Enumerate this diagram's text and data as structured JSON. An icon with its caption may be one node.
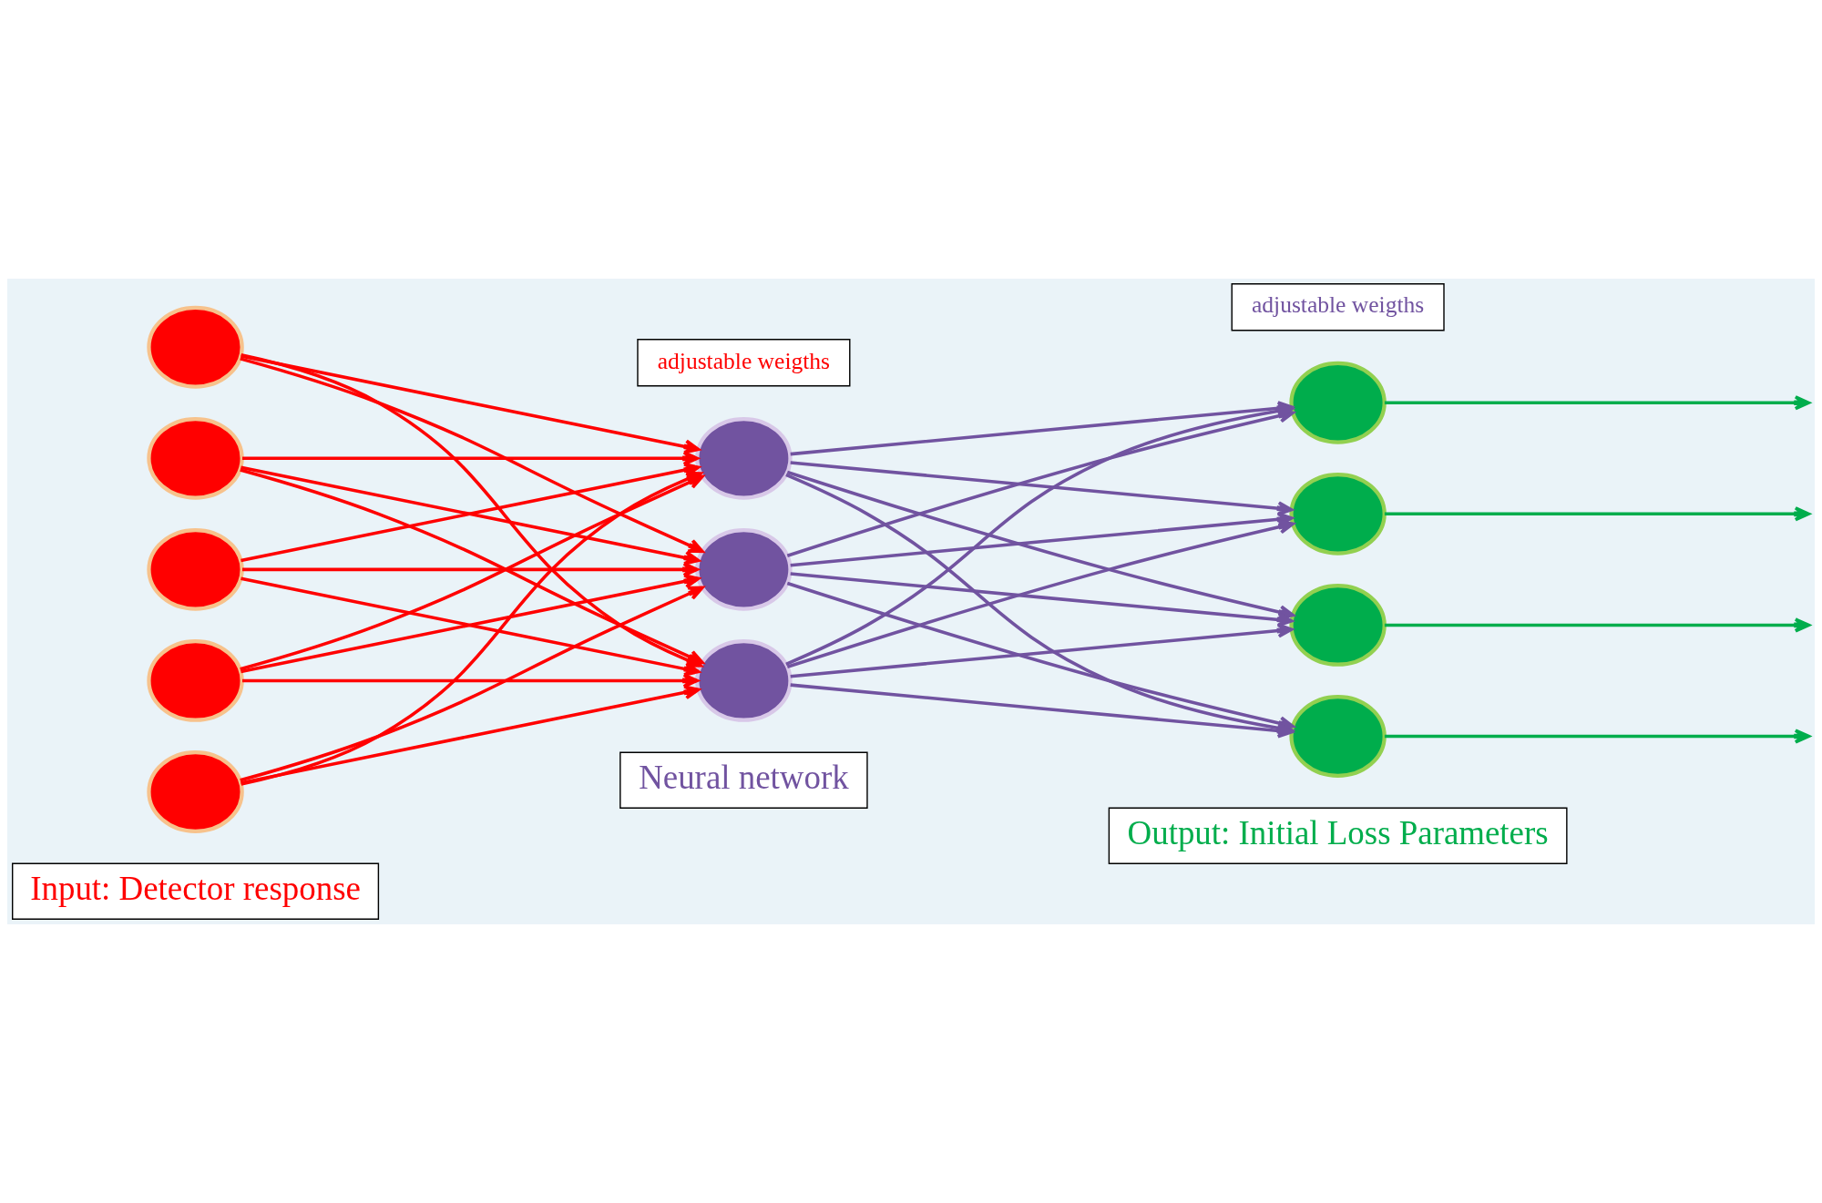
{
  "diagram": {
    "nodes": [
      {
        "text": [
          "Input: Detector response"
        ]
      },
      {
        "text": [
          "Neural network"
        ]
      },
      {
        "text": [
          "Output: Initial Loss Parameters"
        ]
      },
      {
        "text": [],
        "shape": "circle"
      },
      {
        "text": [],
        "shape": "circle"
      },
      {
        "text": [],
        "shape": "circle"
      },
      {
        "text": [],
        "shape": "circle"
      },
      {
        "text": [],
        "shape": "circle"
      },
      {
        "text": [],
        "shape": "circle"
      },
      {
        "text": [],
        "shape": "circle"
      },
      {
        "text": [],
        "shape": "circle"
      },
      {
        "text": [],
        "shape": "circle"
      },
      {
        "text": [],
        "shape": "circle"
      },
      {
        "text": [],
        "shape": "circle"
      },
      {
        "text": [],
        "shape": "circle"
      },
      {
        "text": [
          "adjustable weigths"
        ]
      },
      {
        "text": [
          "adjustable weigths"
        ]
      }
    ],
    "edges": [
      {
        "from": 3,
        "to": 8,
        "arrow": "to"
      },
      {
        "from": 3,
        "to": 9,
        "arrow": "to"
      },
      {
        "from": 3,
        "to": 10,
        "arrow": "to"
      },
      {
        "from": 4,
        "to": 8,
        "arrow": "to"
      },
      {
        "from": 4,
        "to": 9,
        "arrow": "to"
      },
      {
        "from": 4,
        "to": 10,
        "arrow": "to"
      },
      {
        "from": 5,
        "to": 8,
        "arrow": "to"
      },
      {
        "from": 5,
        "to": 9,
        "arrow": "to"
      },
      {
        "from": 5,
        "to": 10,
        "arrow": "to"
      },
      {
        "from": 6,
        "to": 8,
        "arrow": "to"
      },
      {
        "from": 6,
        "to": 9,
        "arrow": "to"
      },
      {
        "from": 6,
        "to": 10,
        "arrow": "to"
      },
      {
        "from": 7,
        "to": 8,
        "arrow": "to"
      },
      {
        "from": 7,
        "to": 9,
        "arrow": "to"
      },
      {
        "from": 7,
        "to": 10,
        "arrow": "to"
      },
      {
        "from": 8,
        "to": 11,
        "arrow": "to",
        "color": "#7153a0"
      },
      {
        "from": 8,
        "to": 12,
        "arrow": "to",
        "color": "#7153a0"
      },
      {
        "from": 8,
        "to": 13,
        "arrow": "to",
        "color": "#7153a0"
      },
      {
        "from": 8,
        "to": 14,
        "arrow": "to",
        "color": "#7153a0"
      },
      {
        "from": 9,
        "to": 11,
        "arrow": "to",
        "color": "#7153a0"
      },
      {
        "from": 9,
        "to": 12,
        "arrow": "to",
        "color": "#7153a0"
      },
      {
        "from": 9,
        "to": 13,
        "arrow": "to",
        "color": "#7153a0"
      },
      {
        "from": 9,
        "to": 14,
        "arrow": "to",
        "color": "#7153a0"
      },
      {
        "from": 10,
        "to": 11,
        "arrow": "to",
        "color": "#7153a0"
      },
      {
        "from": 10,
        "to": 12,
        "arrow": "to",
        "color": "#7153a0"
      },
      {
        "from": 10,
        "to": 13,
        "arrow": "to",
        "color": "#7153a0"
      },
      {
        "from": 10,
        "to": 14,
        "arrow": "to",
        "color": "#7153a0"
      },
      {
        "from": 11,
        "to": null,
        "arrow": "to",
        "color": "#00ad4c"
      },
      {
        "from": 12,
        "to": null,
        "arrow": "to",
        "color": "#00ad4c"
      },
      {
        "from": 13,
        "to": null,
        "arrow": "to",
        "color": "#00ad4c"
      },
      {
        "from": 14,
        "to": null,
        "arrow": "to",
        "color": "#00ad4c"
      }
    ]
  }
}
